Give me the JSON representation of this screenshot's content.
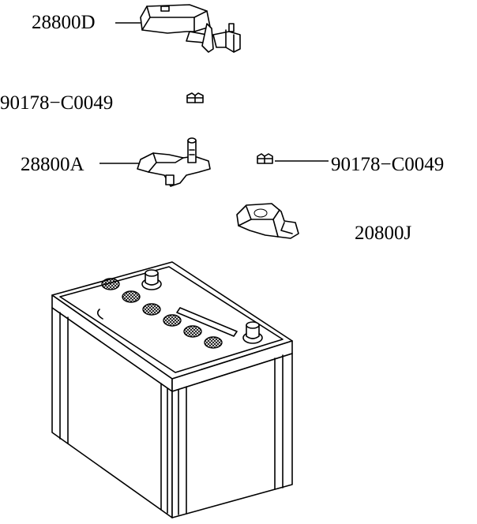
{
  "parts": [
    {
      "id": "cover",
      "part_number": "28800D"
    },
    {
      "id": "nut-left",
      "part_number": "90178−C0049"
    },
    {
      "id": "terminal-clamp",
      "part_number": "28800A"
    },
    {
      "id": "nut-right",
      "part_number": "90178−C0049"
    },
    {
      "id": "terminal-cover",
      "part_number": "20800J"
    }
  ]
}
